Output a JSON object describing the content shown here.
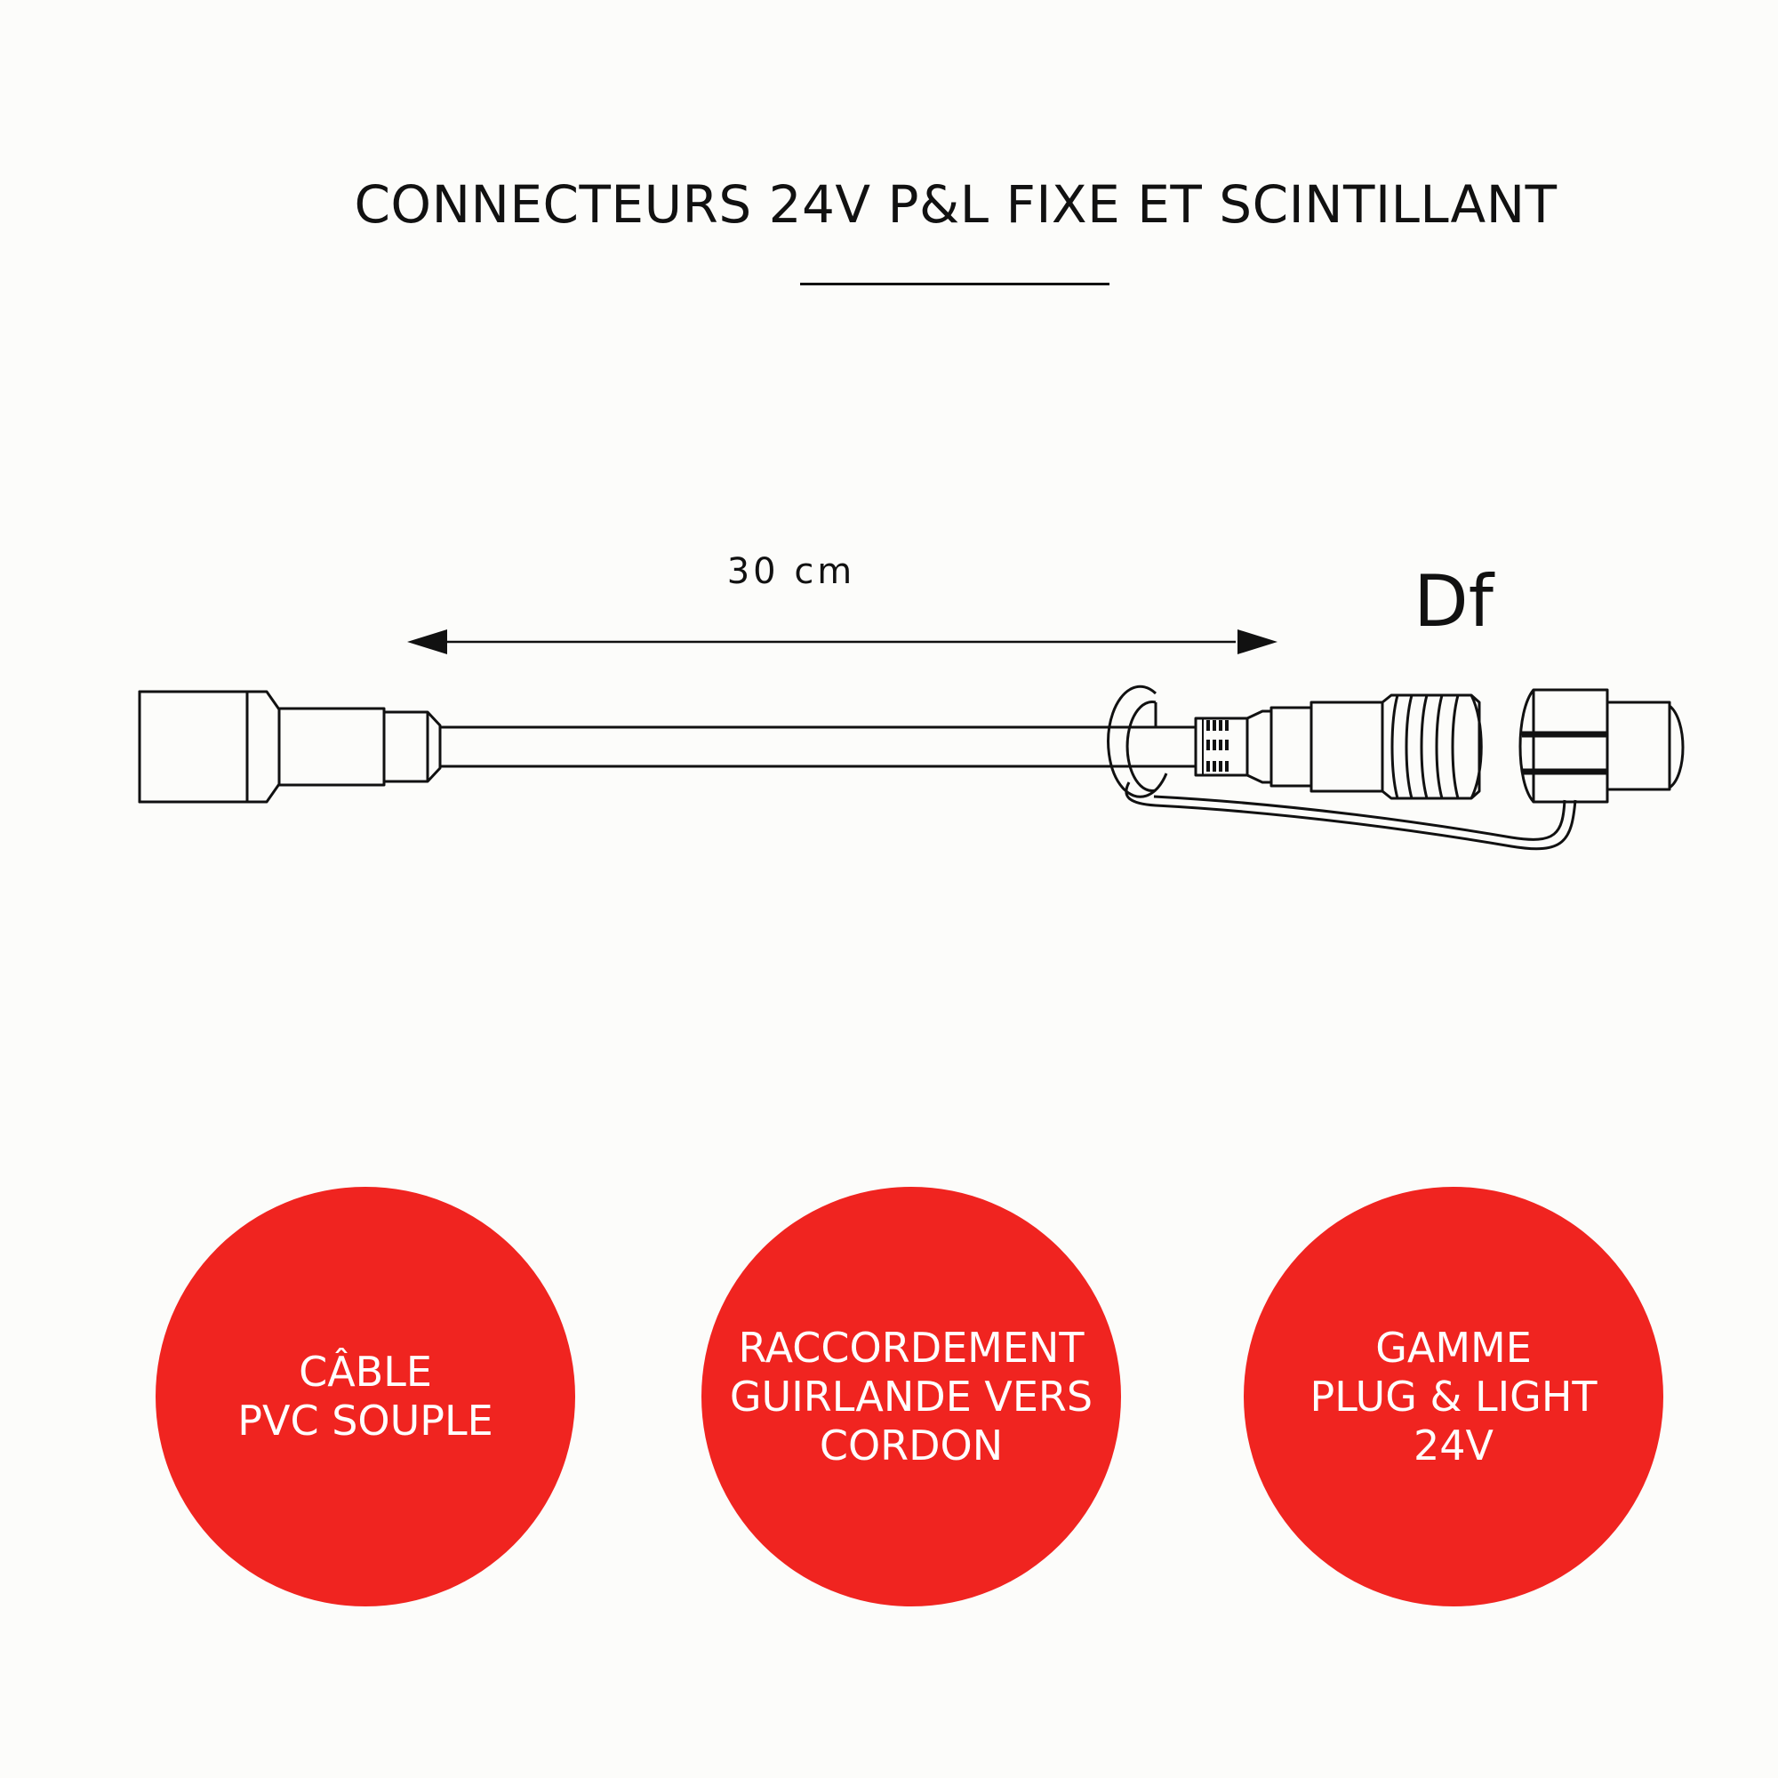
{
  "title": "CONNECTEURS 24V P&L FIXE ET SCINTILLANT",
  "dimension_label": "30 cm",
  "connector_code": "Df",
  "colors": {
    "badge_red": "#f02420",
    "line": "#111111",
    "background": "#fcfcfa"
  },
  "badges": [
    {
      "text": "CÂBLE\nPVC SOUPLE"
    },
    {
      "text": "RACCORDEMENT\nGUIRLANDE VERS\nCORDON"
    },
    {
      "text": "GAMME\nPLUG & LIGHT\n24V"
    }
  ]
}
